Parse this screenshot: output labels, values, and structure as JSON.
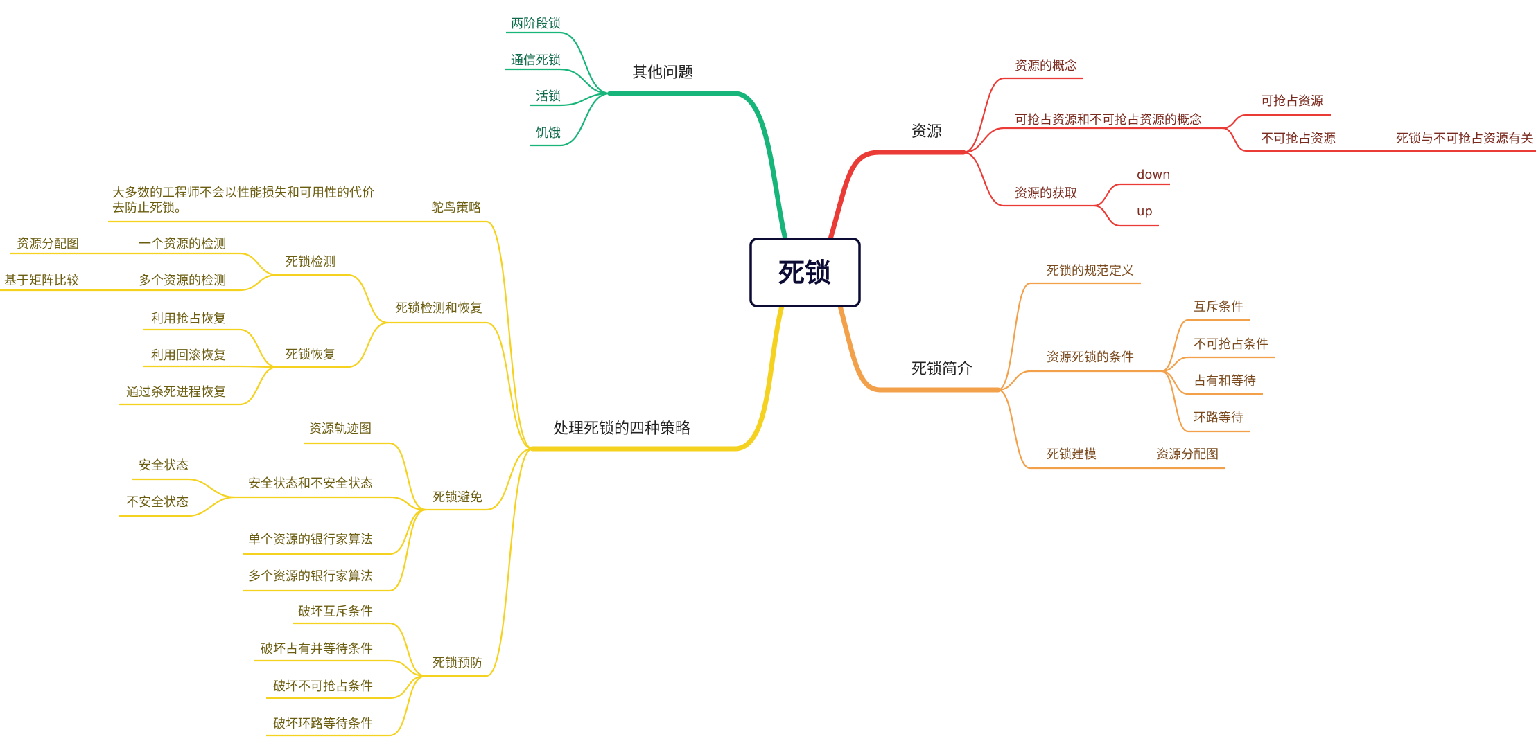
{
  "root": {
    "label": "死锁",
    "border_color": "#0b0b33"
  },
  "colors": {
    "red": "#ea3b36",
    "red_text": "#7a2a1e",
    "orange": "#f3a04a",
    "orange_text": "#7a4a1e",
    "yellow": "#f4d21f",
    "yellow_text": "#6b5d10",
    "green": "#18b57a",
    "green_text": "#0f6a4a",
    "main_text": "#222222"
  },
  "branches": {
    "resource": {
      "label": "资源",
      "concept": "资源的概念",
      "preempt_concept": "可抢占资源和不可抢占资源的概念",
      "preemptable": "可抢占资源",
      "non_preemptable": "不可抢占资源",
      "deadlock_related": "死锁与不可抢占资源有关",
      "acquire": "资源的获取",
      "down": "down",
      "up": "up"
    },
    "intro": {
      "label": "死锁简介",
      "definition": "死锁的规范定义",
      "conditions": "资源死锁的条件",
      "mutex": "互斥条件",
      "no_preempt": "不可抢占条件",
      "hold_wait": "占有和等待",
      "circular": "环路等待",
      "modeling": "死锁建模",
      "alloc_graph": "资源分配图"
    },
    "other": {
      "label": "其他问题",
      "two_phase": "两阶段锁",
      "comm": "通信死锁",
      "livelock": "活锁",
      "starvation": "饥饿"
    },
    "strategies": {
      "label": "处理死锁的四种策略",
      "ostrich": "鸵鸟策略",
      "ostrich_note_1": "大多数的工程师不会以性能损失和可用性的代价",
      "ostrich_note_2": "去防止死锁。",
      "detect_recover": "死锁检测和恢复",
      "detect": "死锁检测",
      "single_detect": "一个资源的检测",
      "single_graph": "资源分配图",
      "multi_detect": "多个资源的检测",
      "matrix": "基于矩阵比较",
      "recover": "死锁恢复",
      "rec_preempt": "利用抢占恢复",
      "rec_rollback": "利用回滚恢复",
      "rec_kill": "通过杀死进程恢复",
      "avoid": "死锁避免",
      "trajectory": "资源轨迹图",
      "safe_unsafe": "安全状态和不安全状态",
      "safe": "安全状态",
      "unsafe": "不安全状态",
      "banker_single": "单个资源的银行家算法",
      "banker_multi": "多个资源的银行家算法",
      "prevent": "死锁预防",
      "break_mutex": "破坏互斥条件",
      "break_hold": "破坏占有并等待条件",
      "break_nopreempt": "破坏不可抢占条件",
      "break_circular": "破坏环路等待条件"
    }
  }
}
